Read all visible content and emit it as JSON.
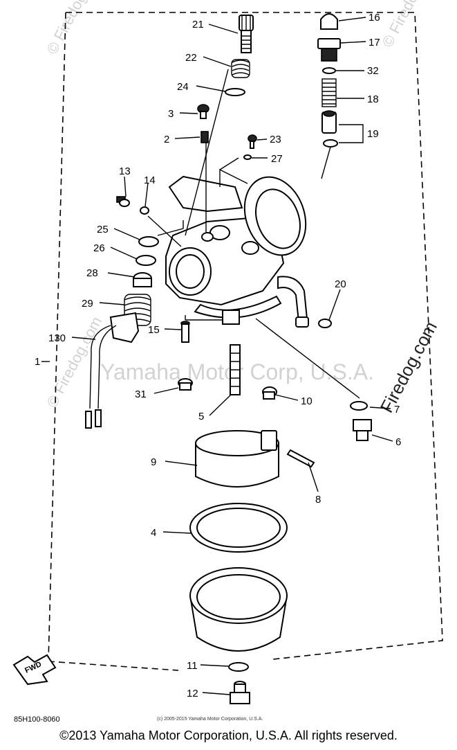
{
  "watermarks": {
    "main": "Yamaha Motor Corp, U.S.A.",
    "site": "© Firedog.com",
    "site_alt": "Firedog.com"
  },
  "assembly_label": "1",
  "callouts": {
    "c2": "2",
    "c3": "3",
    "c4": "4",
    "c5": "5",
    "c6": "6",
    "c7": "7",
    "c8": "8",
    "c9": "9",
    "c10": "10",
    "c11": "11",
    "c12": "12",
    "c13": "13",
    "c14": "14",
    "c15": "15",
    "c16": "16",
    "c17": "17",
    "c18": "18",
    "c19": "19",
    "c20": "20",
    "c21": "21",
    "c22": "22",
    "c23": "23",
    "c24": "24",
    "c25": "25",
    "c26": "26",
    "c27": "27",
    "c28": "28",
    "c29": "29",
    "c31": "31",
    "c32": "32",
    "c130": "130"
  },
  "fwd_label": "FWD",
  "drawing_code": "85H100-8060",
  "small_copyright": "(c) 2005-2015 Yamaha Motor Corporation, U.S.A.",
  "footer_copyright": "©2013 Yamaha Motor Corporation, U.S.A. All rights reserved."
}
